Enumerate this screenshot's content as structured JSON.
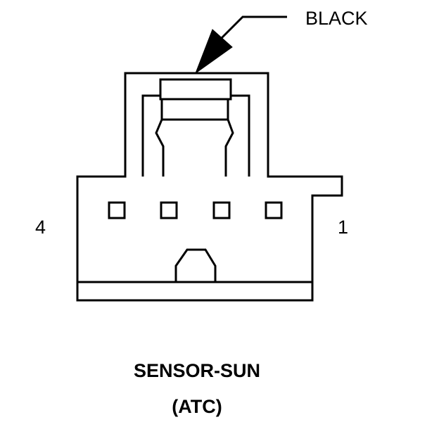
{
  "callout": {
    "color_label": "BLACK"
  },
  "pins": {
    "left_pin": "4",
    "right_pin": "1"
  },
  "title": {
    "line1": "SENSOR-SUN",
    "line2": "(ATC)"
  }
}
